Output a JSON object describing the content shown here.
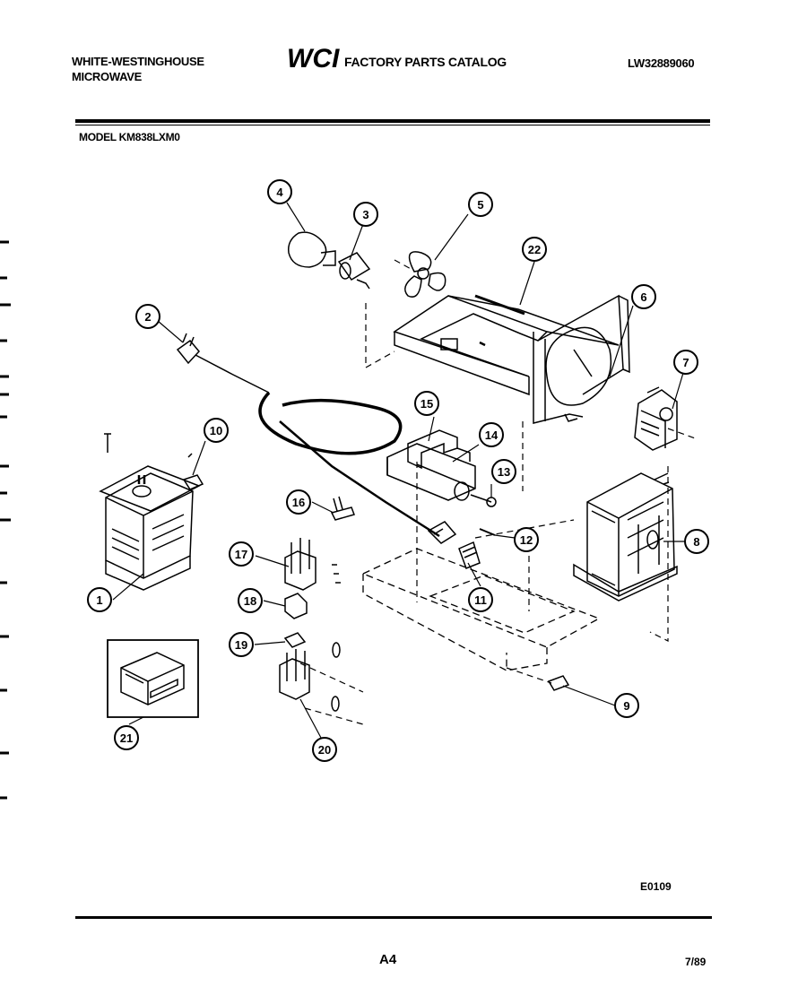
{
  "header": {
    "brand_line1": "WHITE-WESTINGHOUSE",
    "brand_line2": "MICROWAVE",
    "logo_text": "WCI",
    "catalog_title": "FACTORY PARTS CATALOG",
    "catalog_number": "LW32889060",
    "model_line": "MODEL KM838LXM0"
  },
  "callouts": [
    "1",
    "2",
    "3",
    "4",
    "5",
    "6",
    "7",
    "8",
    "9",
    "10",
    "11",
    "12",
    "13",
    "14",
    "15",
    "16",
    "17",
    "18",
    "19",
    "20",
    "21",
    "22"
  ],
  "footer": {
    "drawing_code": "E0109",
    "page_label": "A4",
    "date": "7/89"
  }
}
